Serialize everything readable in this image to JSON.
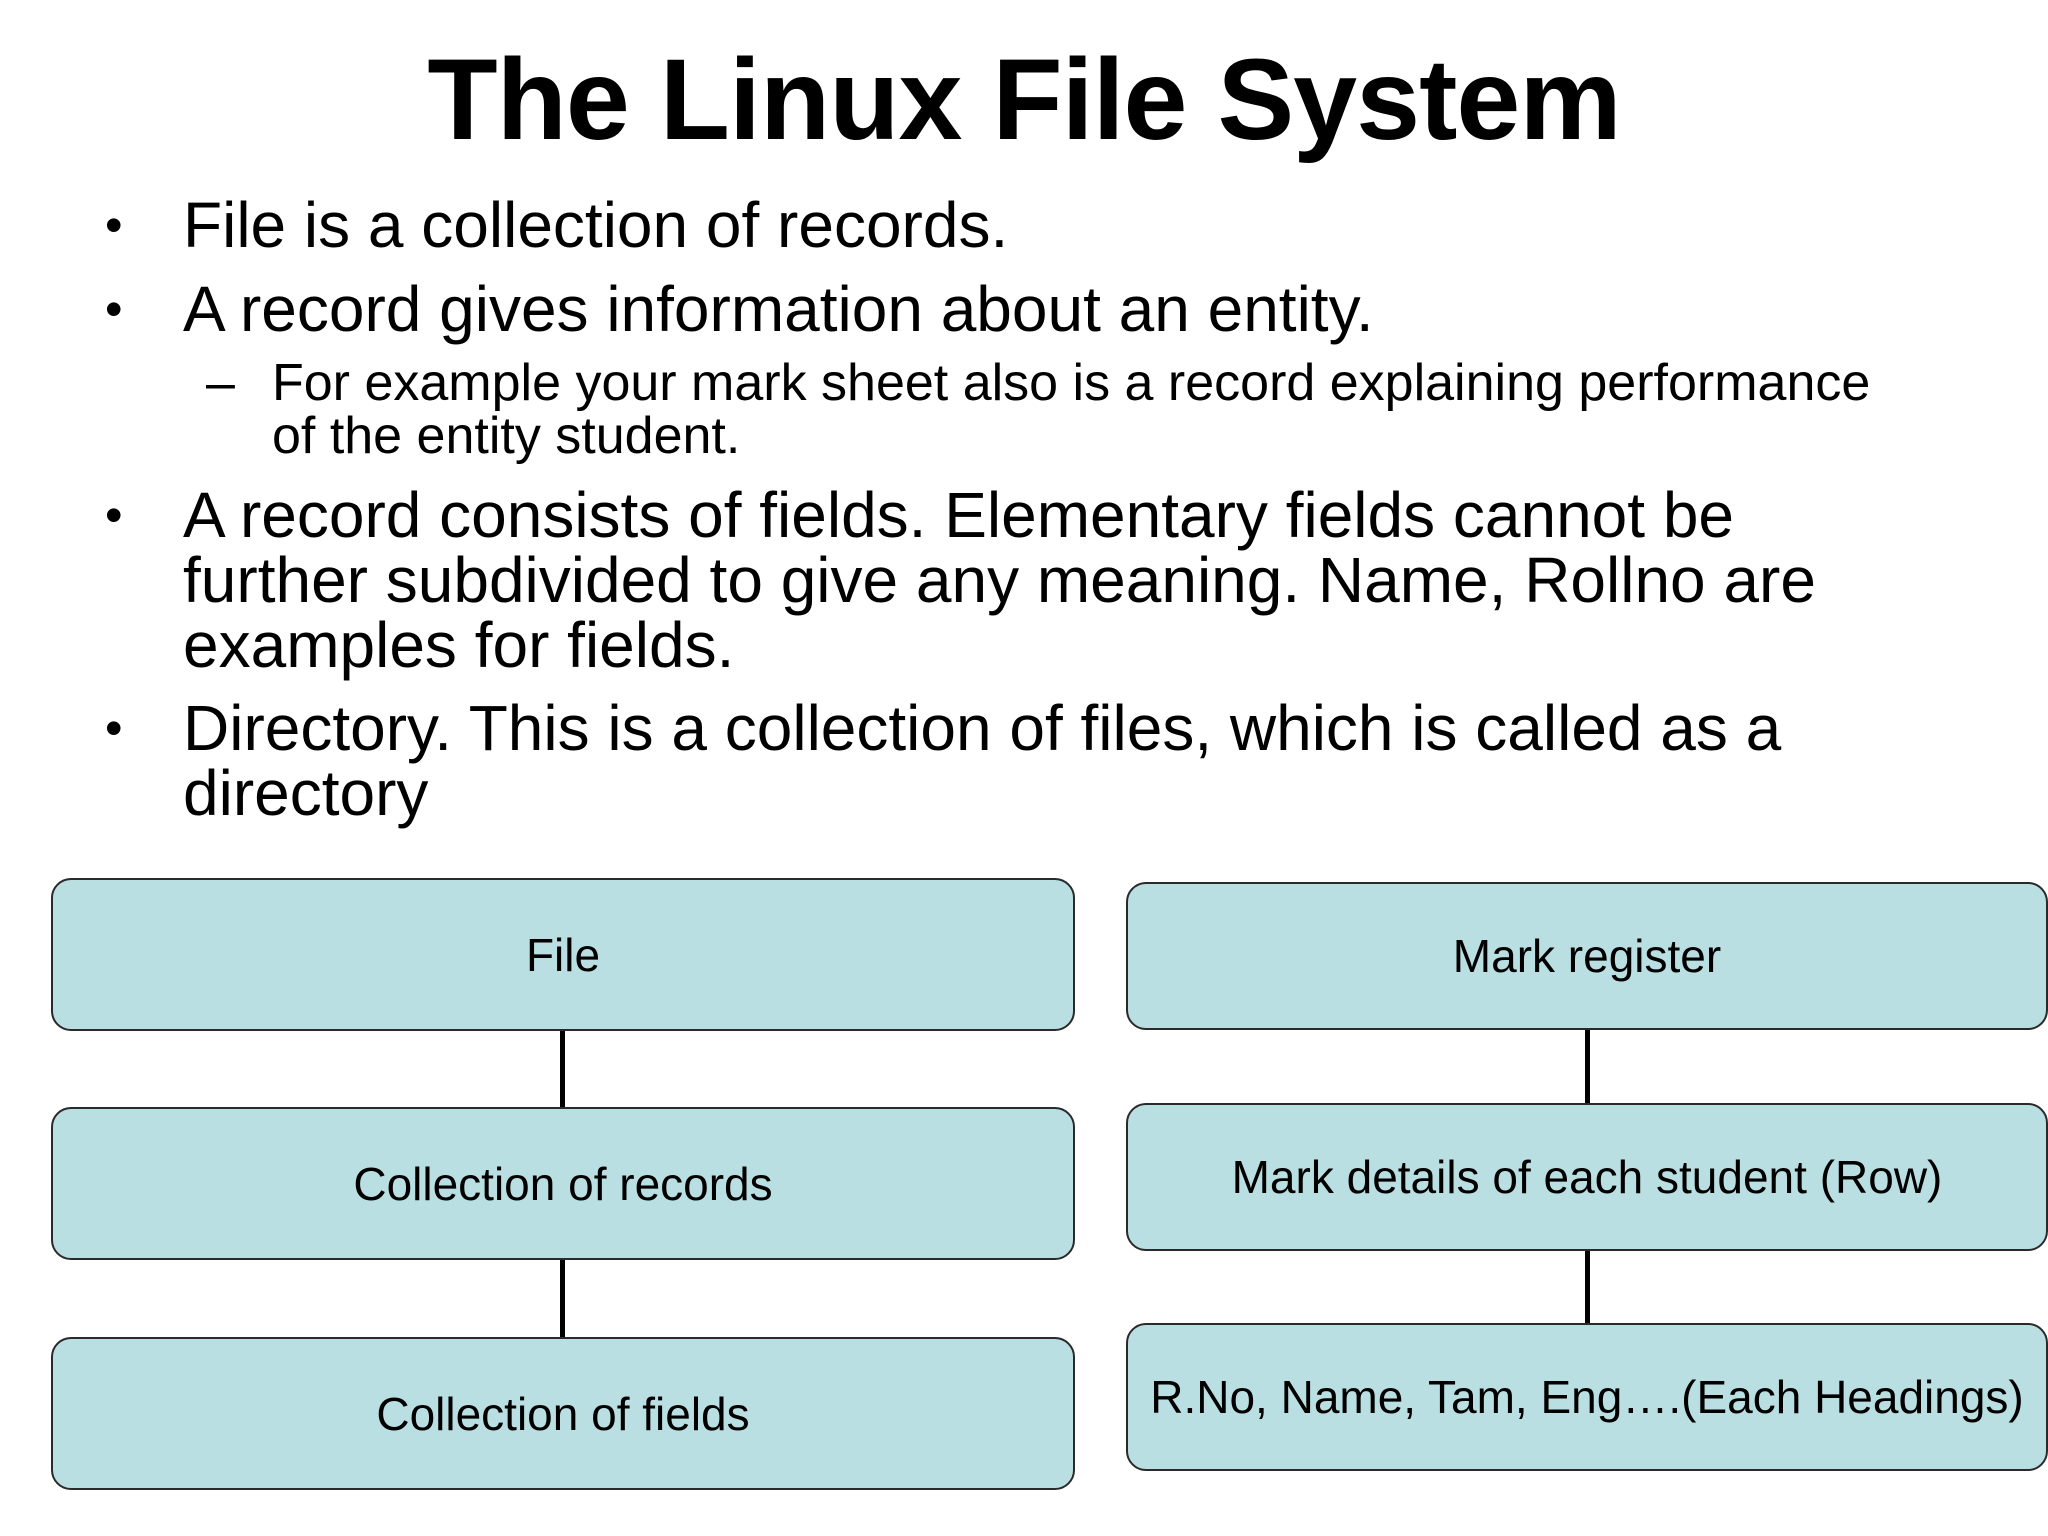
{
  "slide": {
    "title": "The Linux File System"
  },
  "bullets": [
    {
      "marker": "•",
      "text": "File is a collection of records."
    },
    {
      "marker": "•",
      "text": "A record gives information about an entity."
    },
    {
      "marker": "–",
      "text_line1": "For example your mark sheet also is a record explaining performance",
      "text_line2": "of the entity student."
    },
    {
      "marker": "•",
      "text_line1": "A record consists of fields. Elementary fields cannot be",
      "text_line2": "further subdivided to give any meaning. Name, Rollno are",
      "text_line3": "examples for fields."
    },
    {
      "marker": "•",
      "text_line1": "Directory. This is a collection of files, which is called as a",
      "text_line2": "directory"
    }
  ],
  "left_diagram": {
    "boxes": [
      "File",
      "Collection of records",
      "Collection of fields"
    ]
  },
  "right_diagram": {
    "boxes": [
      "Mark register",
      "Mark details of each student (Row)",
      "R.No, Name, Tam, Eng….(Each Headings)"
    ]
  },
  "colors": {
    "box_fill": "#badfe2",
    "box_border": "#2a2a2a",
    "connector": "#000000"
  }
}
